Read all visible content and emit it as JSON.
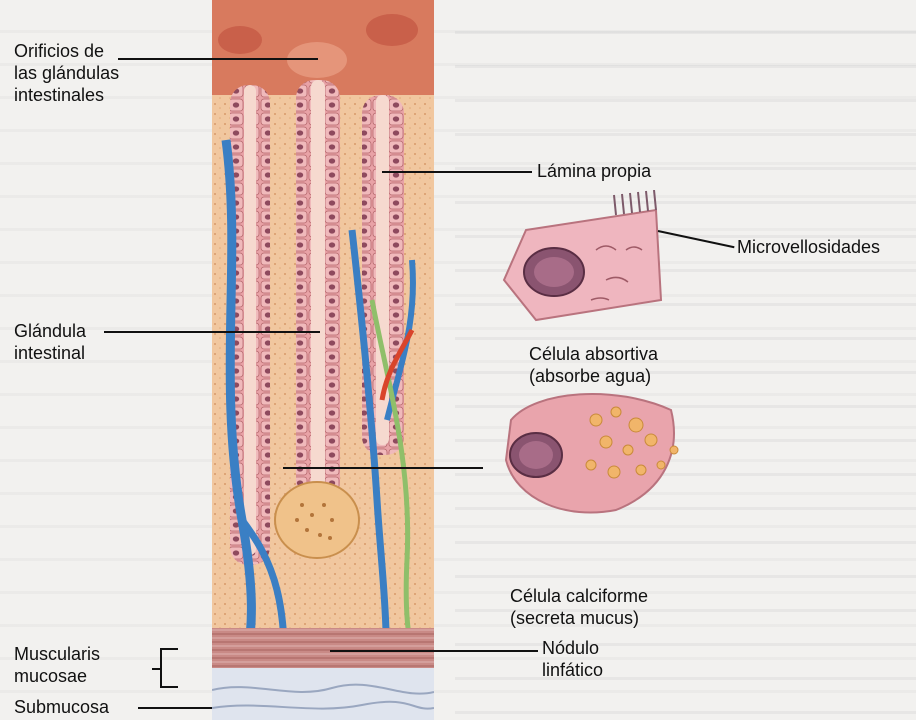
{
  "labels": {
    "orificios": [
      "Orificios de",
      "las glándulas",
      "intestinales"
    ],
    "lamina": "Lámina propia",
    "microvellosidades": "Microvellosidades",
    "glandula": [
      "Glándula",
      "intestinal"
    ],
    "absortiva": [
      "Célula absortiva",
      "(absorbe agua)"
    ],
    "calciforme": [
      "Célula calciforme",
      "(secreta mucus)"
    ],
    "nodulo": [
      "Nódulo",
      "linfático"
    ],
    "muscularis": [
      "Muscularis",
      "mucosae"
    ],
    "submucosa": "Submucosa"
  },
  "colors": {
    "epithelium": "#e9a3a8",
    "lamina": "#f2c8a0",
    "vessel_blue": "#3a7fc4",
    "vessel_red": "#d9442b",
    "nerve_green": "#8fbf6a",
    "muscle": "#c97c7c"
  }
}
